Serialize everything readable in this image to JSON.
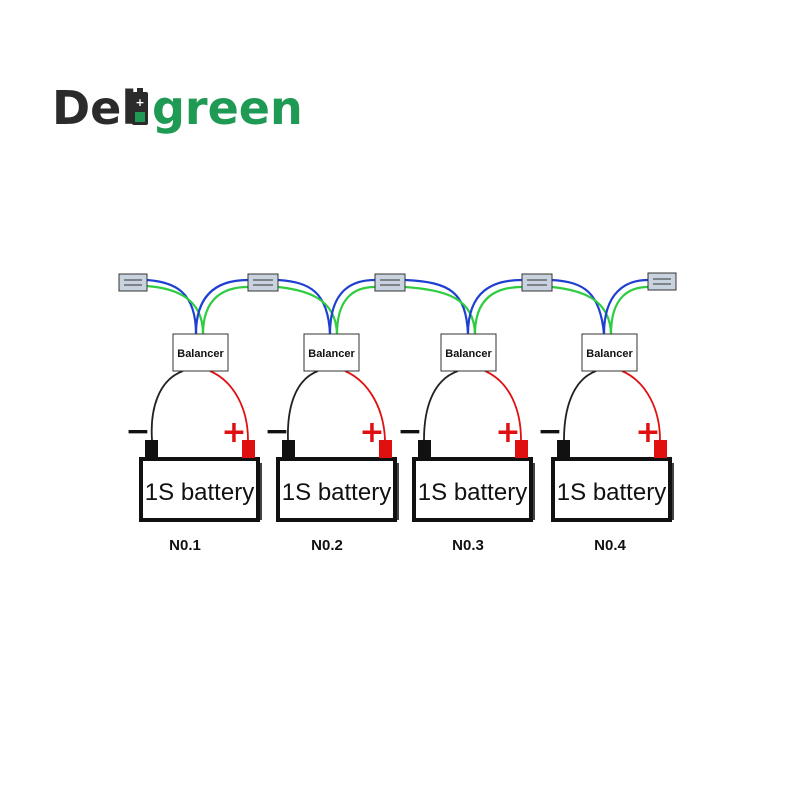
{
  "brand": {
    "prefix": "Del",
    "suffix": "green",
    "dark_color": "#2b2b2b",
    "green_color": "#1e9a55"
  },
  "colors": {
    "wire_blue": "#1f3fd0",
    "wire_green": "#2ecc40",
    "wire_red": "#e01010",
    "wire_black": "#222222",
    "connector_fill": "#c9d3e0"
  },
  "units": [
    {
      "balancer_label": "Balancer",
      "battery_label": "1S battery",
      "number_label": "N0.1",
      "minus": "−",
      "plus": "+"
    },
    {
      "balancer_label": "Balancer",
      "battery_label": "1S battery",
      "number_label": "N0.2",
      "minus": "−",
      "plus": "+"
    },
    {
      "balancer_label": "Balancer",
      "battery_label": "1S battery",
      "number_label": "N0.3",
      "minus": "−",
      "plus": "+"
    },
    {
      "balancer_label": "Balancer",
      "battery_label": "1S battery",
      "number_label": "N0.4",
      "minus": "−",
      "plus": "+"
    }
  ]
}
